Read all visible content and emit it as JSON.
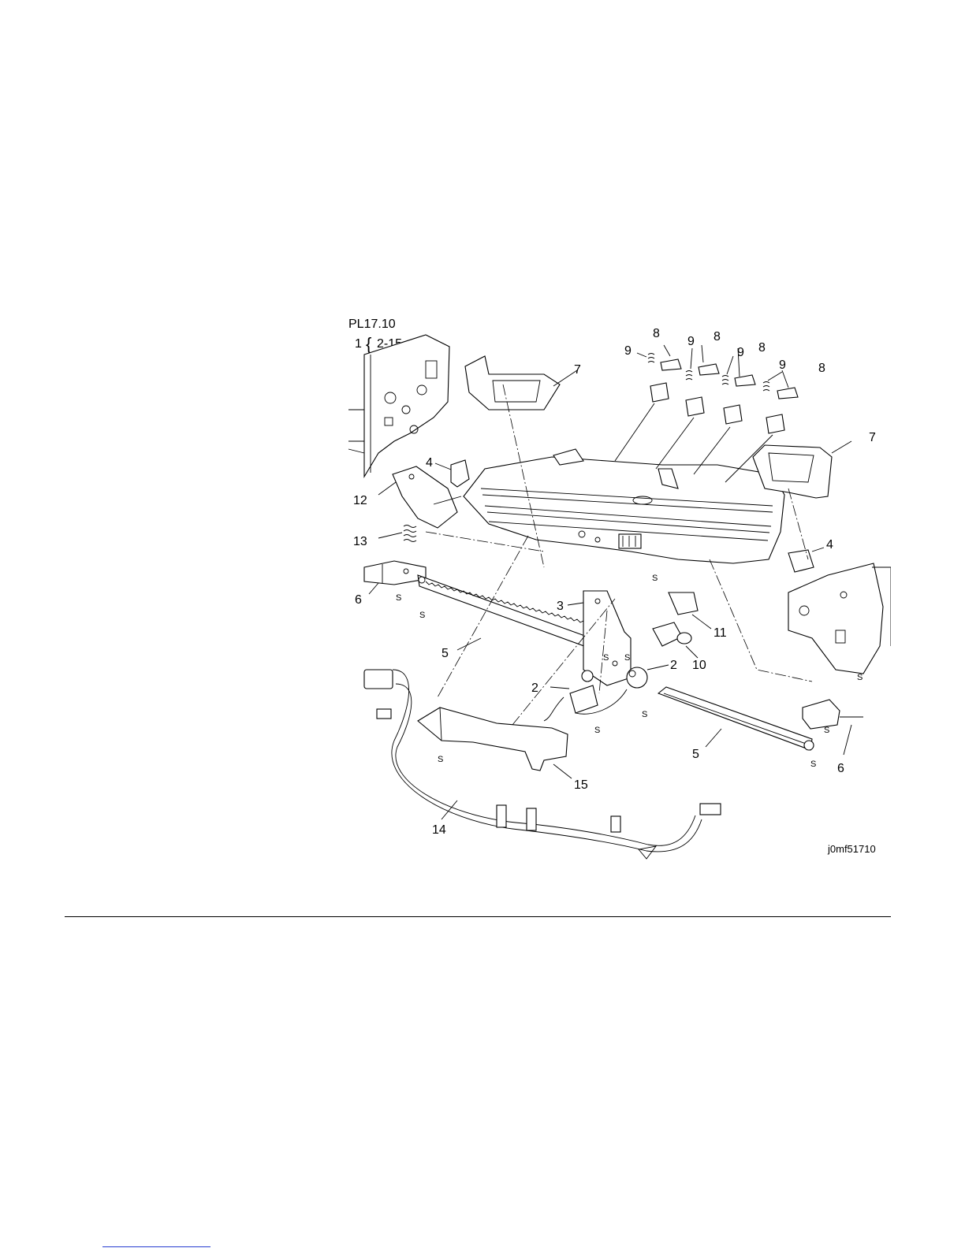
{
  "figure": {
    "plate_id": "PL17.10",
    "kit_line": {
      "item": "1",
      "brace": "{",
      "range": "2-15"
    },
    "image_code": "j0mf51710",
    "screw_marker": "S",
    "callouts": [
      "2",
      "3",
      "4",
      "5",
      "6",
      "7",
      "8",
      "9",
      "10",
      "11",
      "12",
      "13",
      "14",
      "15"
    ]
  }
}
